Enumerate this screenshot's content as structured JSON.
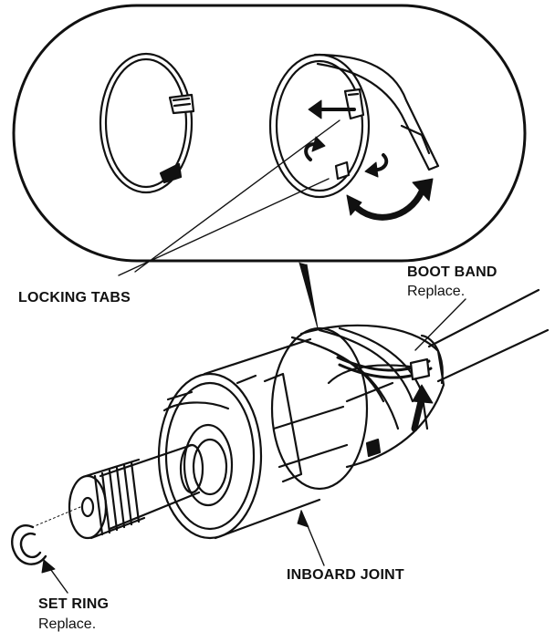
{
  "labels": {
    "locking_tabs": "LOCKING TABS",
    "boot_band": "BOOT BAND",
    "boot_band_note": "Replace.",
    "inboard_joint": "INBOARD JOINT",
    "set_ring": "SET RING",
    "set_ring_note": "Replace."
  },
  "colors": {
    "ink": "#111111",
    "paper": "#ffffff"
  }
}
